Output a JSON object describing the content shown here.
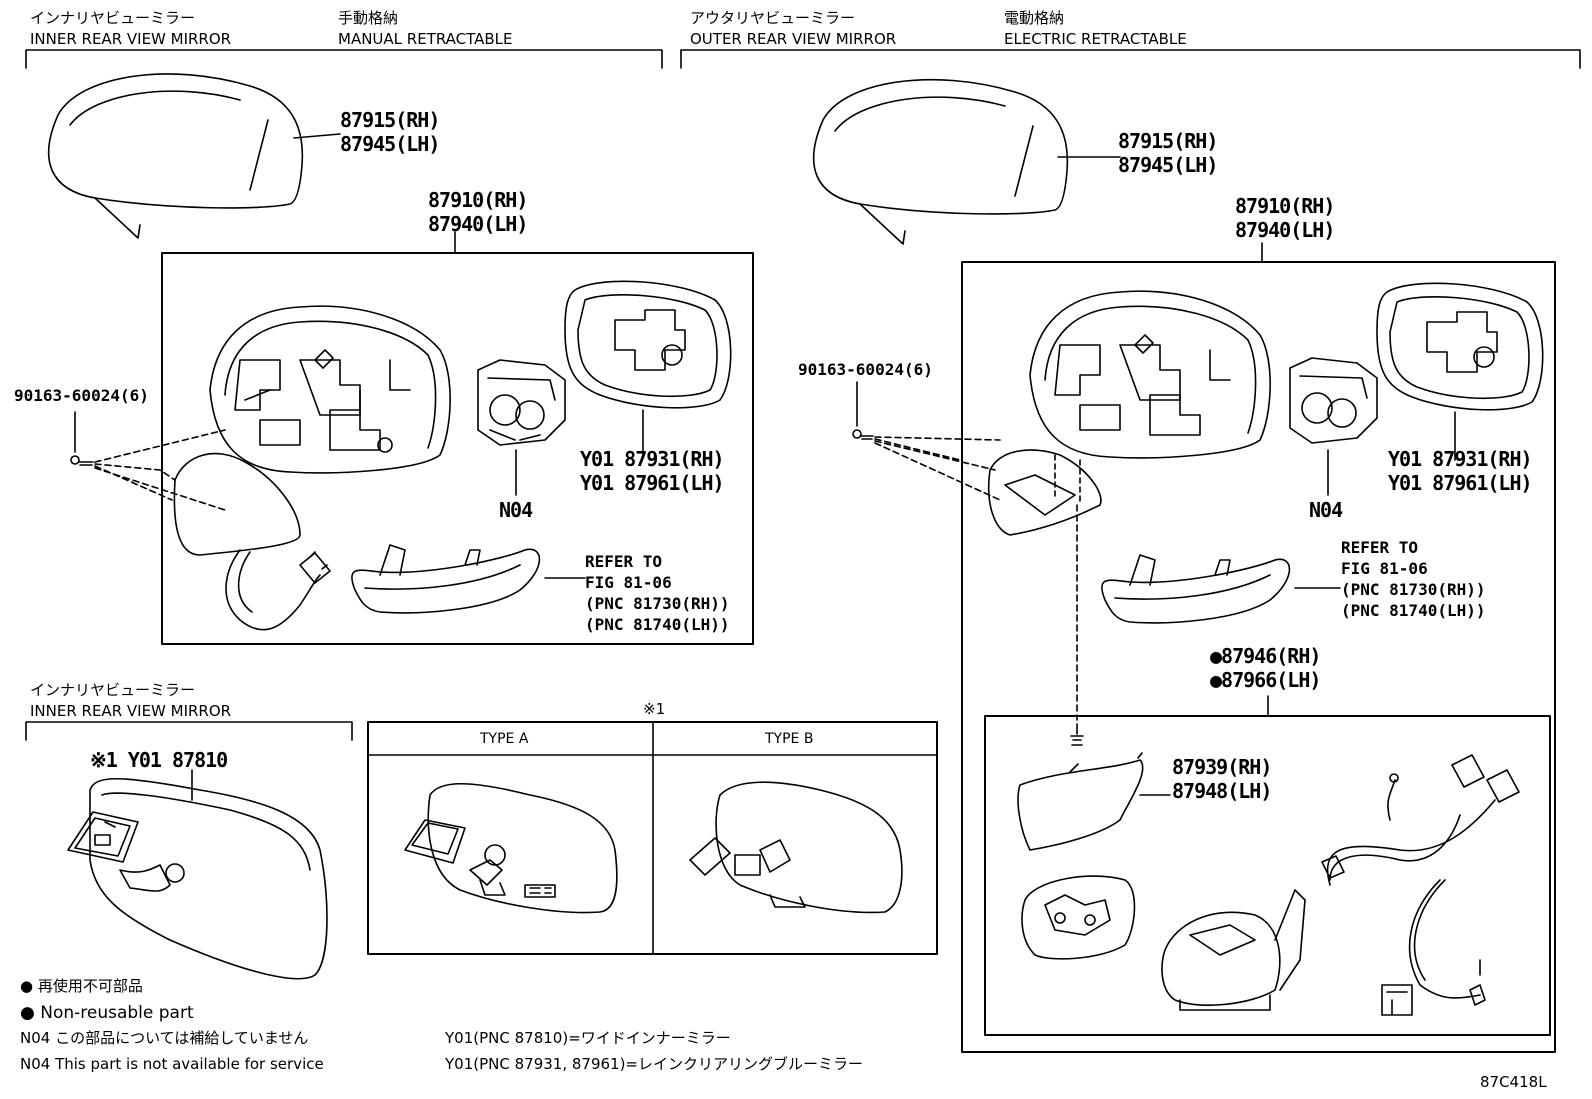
{
  "headers": {
    "left_jp": "インナリヤビューミラー",
    "left_en": "INNER REAR VIEW MIRROR",
    "manual_jp": "手動格納",
    "manual_en": "MANUAL RETRACTABLE",
    "outer_jp": "アウタリヤビューミラー",
    "outer_en": "OUTER REAR VIEW MIRROR",
    "electric_jp": "電動格納",
    "electric_en": "ELECTRIC RETRACTABLE",
    "inner2_jp": "インナリヤビューミラー",
    "inner2_en": "INNER REAR VIEW MIRROR"
  },
  "manual": {
    "cover_rh": "87915(RH)",
    "cover_lh": "87945(LH)",
    "assy_rh": "87910(RH)",
    "assy_lh": "87940(LH)",
    "screw": "90163-60024(6)",
    "glass_rh": "Y01 87931(RH)",
    "glass_lh": "Y01 87961(LH)",
    "n04": "N04",
    "refer1": "REFER TO",
    "refer2": "FIG 81-06",
    "refer3": "(PNC 81730(RH))",
    "refer4": "(PNC 81740(LH))"
  },
  "electric": {
    "cover_rh": "87915(RH)",
    "cover_lh": "87945(LH)",
    "assy_rh": "87910(RH)",
    "assy_lh": "87940(LH)",
    "screw": "90163-60024(6)",
    "glass_rh": "Y01 87931(RH)",
    "glass_lh": "Y01 87961(LH)",
    "n04": "N04",
    "refer1": "REFER TO",
    "refer2": "FIG 81-06",
    "refer3": "(PNC 81730(RH))",
    "refer4": "(PNC 81740(LH))",
    "sub_rh": "●87946(RH)",
    "sub_lh": "●87966(LH)",
    "lower_rh": "87939(RH)",
    "lower_lh": "87948(LH)"
  },
  "inner": {
    "part": "※1 Y01 87810",
    "mark": "※1",
    "type_a": "TYPE A",
    "type_b": "TYPE B"
  },
  "legend": {
    "l1": "● 再使用不可部品",
    "l2": "● Non-reusable part",
    "l3": "N04 この部品については補給していません",
    "l4": "N04 This part is not available for service",
    "l5": "Y01(PNC 87810)=ワイドインナーミラー",
    "l6": "Y01(PNC 87931, 87961)=レインクリアリングブルーミラー"
  },
  "figure_code": "87C418L"
}
